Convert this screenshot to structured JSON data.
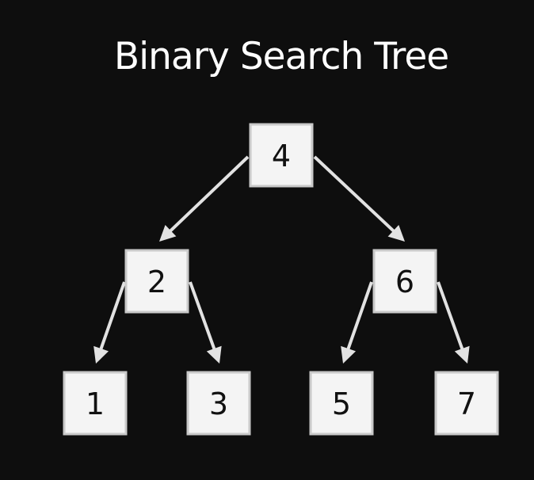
{
  "diagram": {
    "title": "Binary Search Tree",
    "colors": {
      "background": "#0e0e0e",
      "node_fill": "#f4f4f4",
      "node_border": "#c9c9c9",
      "edge": "#e2e2e2",
      "title_text": "#ffffff"
    },
    "nodes": [
      {
        "id": "n4",
        "label": "4"
      },
      {
        "id": "n2",
        "label": "2"
      },
      {
        "id": "n6",
        "label": "6"
      },
      {
        "id": "n1",
        "label": "1"
      },
      {
        "id": "n3",
        "label": "3"
      },
      {
        "id": "n5",
        "label": "5"
      },
      {
        "id": "n7",
        "label": "7"
      }
    ],
    "edges": [
      {
        "from": "n4",
        "to": "n2"
      },
      {
        "from": "n4",
        "to": "n6"
      },
      {
        "from": "n2",
        "to": "n1"
      },
      {
        "from": "n2",
        "to": "n3"
      },
      {
        "from": "n6",
        "to": "n5"
      },
      {
        "from": "n6",
        "to": "n7"
      }
    ]
  }
}
